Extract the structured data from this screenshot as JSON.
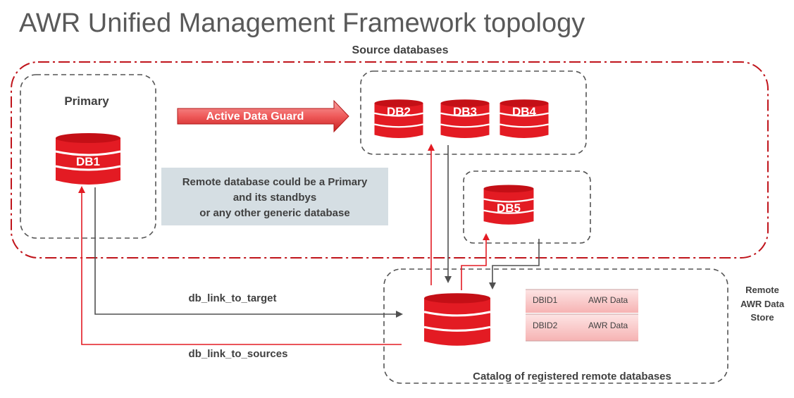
{
  "title": "AWR Unified Management Framework topology",
  "source_section_label": "Source databases",
  "primary_label": "Primary",
  "db1_label": "DB1",
  "db2_label": "DB2",
  "db3_label": "DB3",
  "db4_label": "DB4",
  "db5_label": "DB5",
  "adg_label": "Active Data Guard",
  "note_lines": [
    "Remote database could be a Primary",
    "and its standbys",
    "or any other generic database"
  ],
  "link_target_label": "db_link_to_target",
  "link_sources_label": "db_link_to_sources",
  "remote_store_lines": [
    "Remote",
    "AWR Data",
    "Store"
  ],
  "catalog_label": "Catalog of registered remote databases",
  "awr_table": [
    {
      "dbid": "DBID1",
      "data": "AWR Data"
    },
    {
      "dbid": "DBID2",
      "data": "AWR Data"
    }
  ],
  "colors": {
    "accent_red": "#e31b23",
    "dash_gray": "#555555",
    "note_bg": "#d5dee3"
  }
}
